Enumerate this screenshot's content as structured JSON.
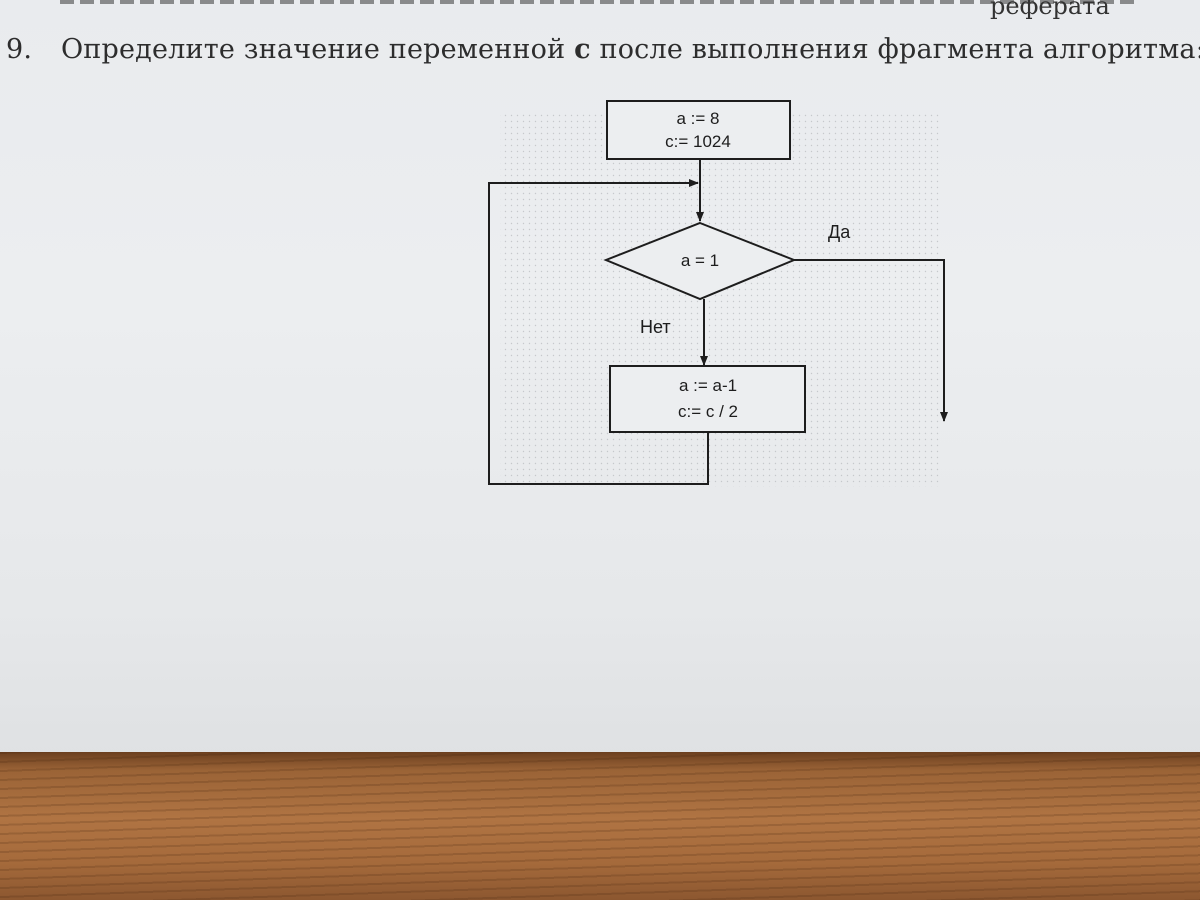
{
  "header": {
    "top_cut_text": "реферата"
  },
  "question": {
    "number": "9.",
    "text_before": "Определите значение переменной",
    "variable": "с",
    "text_after": "после выполнения фрагмента алгоритма:"
  },
  "flowchart": {
    "init_block": {
      "line1": "a := 8",
      "line2": "c:= 1024"
    },
    "condition": "a = 1",
    "yes_label": "Да",
    "no_label": "Нет",
    "loop_block": {
      "line1": "a := a-1",
      "line2": "c:= c / 2"
    }
  }
}
